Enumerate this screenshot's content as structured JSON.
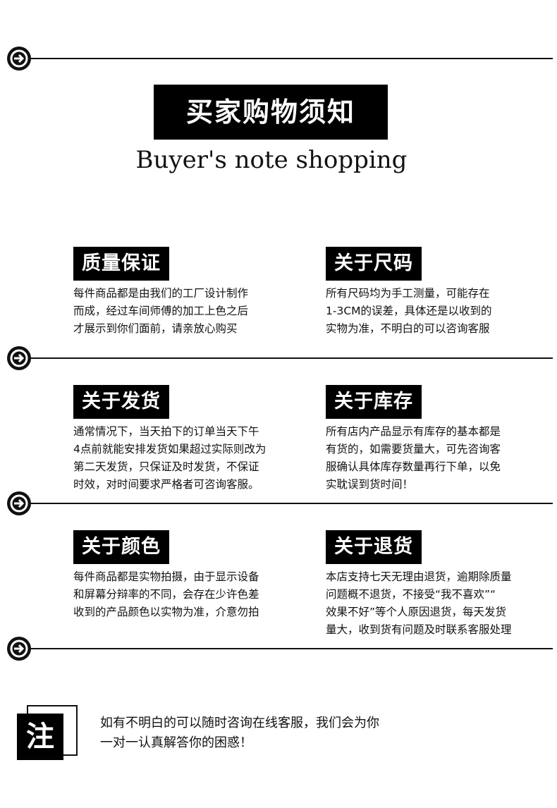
{
  "header": {
    "title": "买家购物须知",
    "subtitle": "Buyer's note shopping"
  },
  "sections": [
    {
      "heading": "质量保证",
      "body": "每件商品都是由我们的工厂设计制作\n而成，经过车间师傅的加工上色之后\n才展示到你们面前，请亲放心购买"
    },
    {
      "heading": "关于尺码",
      "body": "所有尺码均为手工测量，可能存在\n1-3CM的误差，具体还是以收到的\n实物为准，不明白的可以咨询客服"
    },
    {
      "heading": "关于发货",
      "body": "通常情况下，当天拍下的订单当天下午\n4点前就能安排发货如果超过实际则改为\n第二天发货，只保证及时发货，不保证\n时效，对时间要求严格者可咨询客服。"
    },
    {
      "heading": "关于库存",
      "body": "所有店内产品显示有库存的基本都是\n有货的，如需要货量大，可先咨询客\n服确认具体库存数量再行下单，以免\n实耽误到货时间！"
    },
    {
      "heading": "关于颜色",
      "body": "每件商品都是实物拍摄，由于显示设备\n和屏幕分辩率的不同，会存在少许色差\n收到的产品颜色以实物为准，介意勿拍"
    },
    {
      "heading": "关于退货",
      "body": "本店支持七天无理由退货，逾期除质量\n问题概不退货，不接受“我不喜欢”“\n效果不好”等个人原因退货，每天发货\n量大，收到货有问题及时联系客服处理"
    }
  ],
  "note": {
    "badge": "注",
    "text": "如有不明白的可以随时咨询在线客服，我们会为你\n一对一认真解答你的困惑！"
  },
  "icons": {
    "divider": "arrow-right-circle-icon"
  },
  "colors": {
    "primary": "#000000",
    "background": "#ffffff",
    "text": "#111111"
  }
}
